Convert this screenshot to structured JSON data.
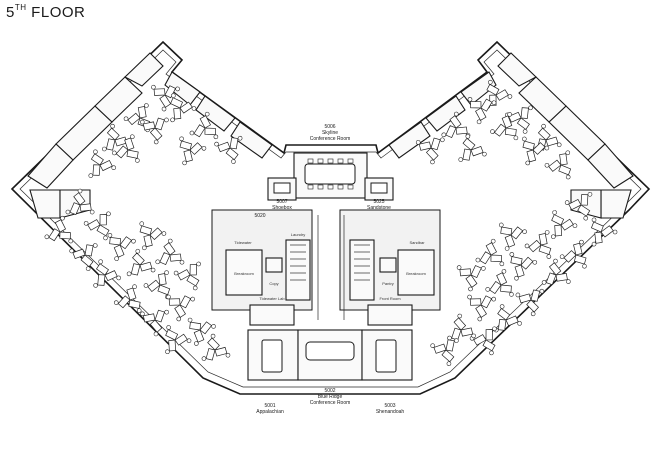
{
  "floor": {
    "title": "5",
    "title_sup": "TH",
    "title_rest": " FLOOR"
  },
  "rooms": {
    "r5006": {
      "number": "5006",
      "name1": "Skyline",
      "name2": "Conference Room"
    },
    "r5007": {
      "number": "5007",
      "name1": "Shoebox"
    },
    "r5025": {
      "number": "5025",
      "name1": "Sandstone"
    },
    "r5001": {
      "number": "5001",
      "name1": "Appalachian"
    },
    "r5002": {
      "number": "5002",
      "name1": "Blue Ridge",
      "name2": "Conference Room"
    },
    "r5003": {
      "number": "5003",
      "name1": "Shenandoah"
    },
    "r5020": {
      "number": "5020"
    }
  },
  "core_labels": {
    "tidewater": "Tidewater",
    "sandbar": "Sandbar",
    "laundry": "Laundry",
    "breakroom_left": "Breakroom",
    "breakroom_right": "Breakroom",
    "copy": "Copy",
    "pantry": "Pantry",
    "tidewater_lower": "Tidewater Lab",
    "front_room": "Front Room"
  },
  "legend_colors": {
    "walls": "#1a1a1a",
    "background": "#ffffff"
  }
}
